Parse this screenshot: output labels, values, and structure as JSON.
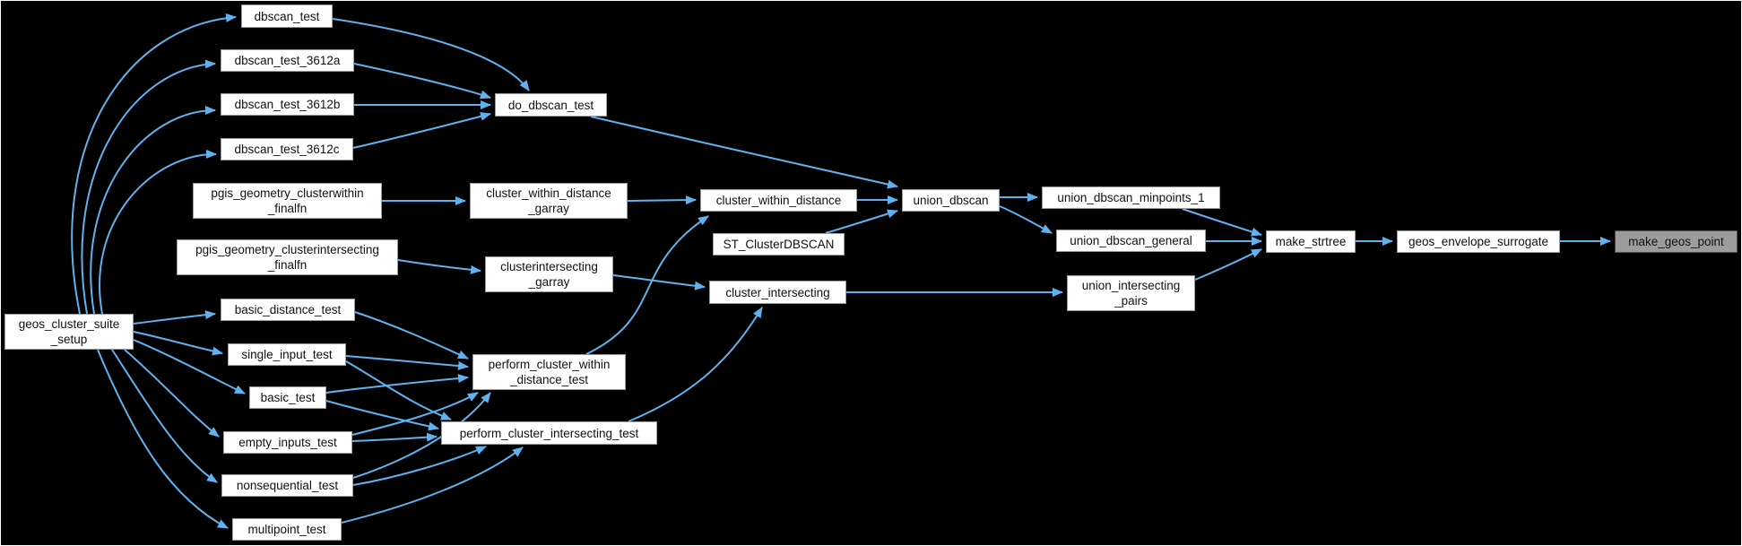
{
  "colors": {
    "background": "#000000",
    "node_fill": "#ffffff",
    "node_border": "#9a9a9a",
    "highlight_fill": "#9c9c9c",
    "highlight_border": "#4d4d4d",
    "edge": "#5fb2ef",
    "text": "#111111"
  },
  "nodes": {
    "geos_cluster_suite_setup": {
      "lines": [
        "geos_cluster_suite",
        "_setup"
      ]
    },
    "dbscan_test": {
      "label": "dbscan_test"
    },
    "dbscan_test_3612a": {
      "label": "dbscan_test_3612a"
    },
    "dbscan_test_3612b": {
      "label": "dbscan_test_3612b"
    },
    "dbscan_test_3612c": {
      "label": "dbscan_test_3612c"
    },
    "do_dbscan_test": {
      "label": "do_dbscan_test"
    },
    "pgis_geometry_clusterwithin_finalfn": {
      "lines": [
        "pgis_geometry_clusterwithin",
        "_finalfn"
      ]
    },
    "cluster_within_distance_garray": {
      "lines": [
        "cluster_within_distance",
        "_garray"
      ]
    },
    "cluster_within_distance": {
      "label": "cluster_within_distance"
    },
    "pgis_geometry_clusterintersecting_finalfn": {
      "lines": [
        "pgis_geometry_clusterintersecting",
        "_finalfn"
      ]
    },
    "clusterintersecting_garray": {
      "lines": [
        "clusterintersecting",
        "_garray"
      ]
    },
    "st_clusterdbscan": {
      "label": "ST_ClusterDBSCAN"
    },
    "cluster_intersecting": {
      "label": "cluster_intersecting"
    },
    "union_dbscan": {
      "label": "union_dbscan"
    },
    "union_dbscan_minpoints_1": {
      "label": "union_dbscan_minpoints_1"
    },
    "union_dbscan_general": {
      "label": "union_dbscan_general"
    },
    "union_intersecting_pairs": {
      "lines": [
        "union_intersecting",
        "_pairs"
      ]
    },
    "make_strtree": {
      "label": "make_strtree"
    },
    "geos_envelope_surrogate": {
      "label": "geos_envelope_surrogate"
    },
    "make_geos_point": {
      "label": "make_geos_point"
    },
    "basic_distance_test": {
      "label": "basic_distance_test"
    },
    "single_input_test": {
      "label": "single_input_test"
    },
    "basic_test": {
      "label": "basic_test"
    },
    "empty_inputs_test": {
      "label": "empty_inputs_test"
    },
    "nonsequential_test": {
      "label": "nonsequential_test"
    },
    "multipoint_test": {
      "label": "multipoint_test"
    },
    "perform_cluster_within_distance_test": {
      "lines": [
        "perform_cluster_within",
        "_distance_test"
      ]
    },
    "perform_cluster_intersecting_test": {
      "label": "perform_cluster_intersecting_test"
    }
  },
  "edges": [
    {
      "from": "geos_cluster_suite_setup",
      "to": "dbscan_test"
    },
    {
      "from": "geos_cluster_suite_setup",
      "to": "dbscan_test_3612a"
    },
    {
      "from": "geos_cluster_suite_setup",
      "to": "dbscan_test_3612b"
    },
    {
      "from": "geos_cluster_suite_setup",
      "to": "dbscan_test_3612c"
    },
    {
      "from": "geos_cluster_suite_setup",
      "to": "basic_distance_test"
    },
    {
      "from": "geos_cluster_suite_setup",
      "to": "single_input_test"
    },
    {
      "from": "geos_cluster_suite_setup",
      "to": "basic_test"
    },
    {
      "from": "geos_cluster_suite_setup",
      "to": "empty_inputs_test"
    },
    {
      "from": "geos_cluster_suite_setup",
      "to": "nonsequential_test"
    },
    {
      "from": "geos_cluster_suite_setup",
      "to": "multipoint_test"
    },
    {
      "from": "dbscan_test",
      "to": "do_dbscan_test"
    },
    {
      "from": "dbscan_test_3612a",
      "to": "do_dbscan_test"
    },
    {
      "from": "dbscan_test_3612b",
      "to": "do_dbscan_test"
    },
    {
      "from": "dbscan_test_3612c",
      "to": "do_dbscan_test"
    },
    {
      "from": "do_dbscan_test",
      "to": "union_dbscan"
    },
    {
      "from": "pgis_geometry_clusterwithin_finalfn",
      "to": "cluster_within_distance_garray"
    },
    {
      "from": "cluster_within_distance_garray",
      "to": "cluster_within_distance"
    },
    {
      "from": "pgis_geometry_clusterintersecting_finalfn",
      "to": "clusterintersecting_garray"
    },
    {
      "from": "clusterintersecting_garray",
      "to": "cluster_intersecting"
    },
    {
      "from": "cluster_within_distance",
      "to": "union_dbscan"
    },
    {
      "from": "st_clusterdbscan",
      "to": "union_dbscan"
    },
    {
      "from": "union_dbscan",
      "to": "union_dbscan_minpoints_1"
    },
    {
      "from": "union_dbscan",
      "to": "union_dbscan_general"
    },
    {
      "from": "union_dbscan_minpoints_1",
      "to": "make_strtree"
    },
    {
      "from": "union_dbscan_general",
      "to": "make_strtree"
    },
    {
      "from": "union_intersecting_pairs",
      "to": "make_strtree"
    },
    {
      "from": "make_strtree",
      "to": "geos_envelope_surrogate"
    },
    {
      "from": "geos_envelope_surrogate",
      "to": "make_geos_point"
    },
    {
      "from": "cluster_intersecting",
      "to": "union_intersecting_pairs"
    },
    {
      "from": "basic_distance_test",
      "to": "perform_cluster_within_distance_test"
    },
    {
      "from": "single_input_test",
      "to": "perform_cluster_within_distance_test"
    },
    {
      "from": "single_input_test",
      "to": "perform_cluster_intersecting_test"
    },
    {
      "from": "basic_test",
      "to": "perform_cluster_within_distance_test"
    },
    {
      "from": "basic_test",
      "to": "perform_cluster_intersecting_test"
    },
    {
      "from": "empty_inputs_test",
      "to": "perform_cluster_within_distance_test"
    },
    {
      "from": "empty_inputs_test",
      "to": "perform_cluster_intersecting_test"
    },
    {
      "from": "nonsequential_test",
      "to": "perform_cluster_within_distance_test"
    },
    {
      "from": "nonsequential_test",
      "to": "perform_cluster_intersecting_test"
    },
    {
      "from": "multipoint_test",
      "to": "perform_cluster_intersecting_test"
    },
    {
      "from": "perform_cluster_within_distance_test",
      "to": "cluster_within_distance"
    },
    {
      "from": "perform_cluster_intersecting_test",
      "to": "cluster_intersecting"
    }
  ]
}
